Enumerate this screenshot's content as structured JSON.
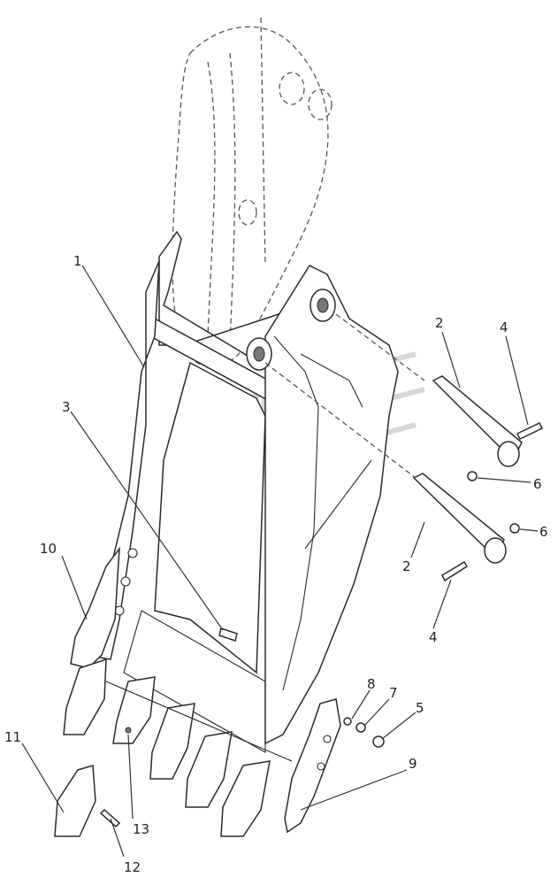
{
  "callouts": [
    {
      "id": "c1",
      "label": "1"
    },
    {
      "id": "c2a",
      "label": "2"
    },
    {
      "id": "c2b",
      "label": "2"
    },
    {
      "id": "c3",
      "label": "3"
    },
    {
      "id": "c4a",
      "label": "4"
    },
    {
      "id": "c4b",
      "label": "4"
    },
    {
      "id": "c5",
      "label": "5"
    },
    {
      "id": "c6a",
      "label": "6"
    },
    {
      "id": "c6b",
      "label": "6"
    },
    {
      "id": "c7",
      "label": "7"
    },
    {
      "id": "c8",
      "label": "8"
    },
    {
      "id": "c9",
      "label": "9"
    },
    {
      "id": "c10",
      "label": "10"
    },
    {
      "id": "c11",
      "label": "11"
    },
    {
      "id": "c12",
      "label": "12"
    },
    {
      "id": "c13",
      "label": "13"
    }
  ]
}
